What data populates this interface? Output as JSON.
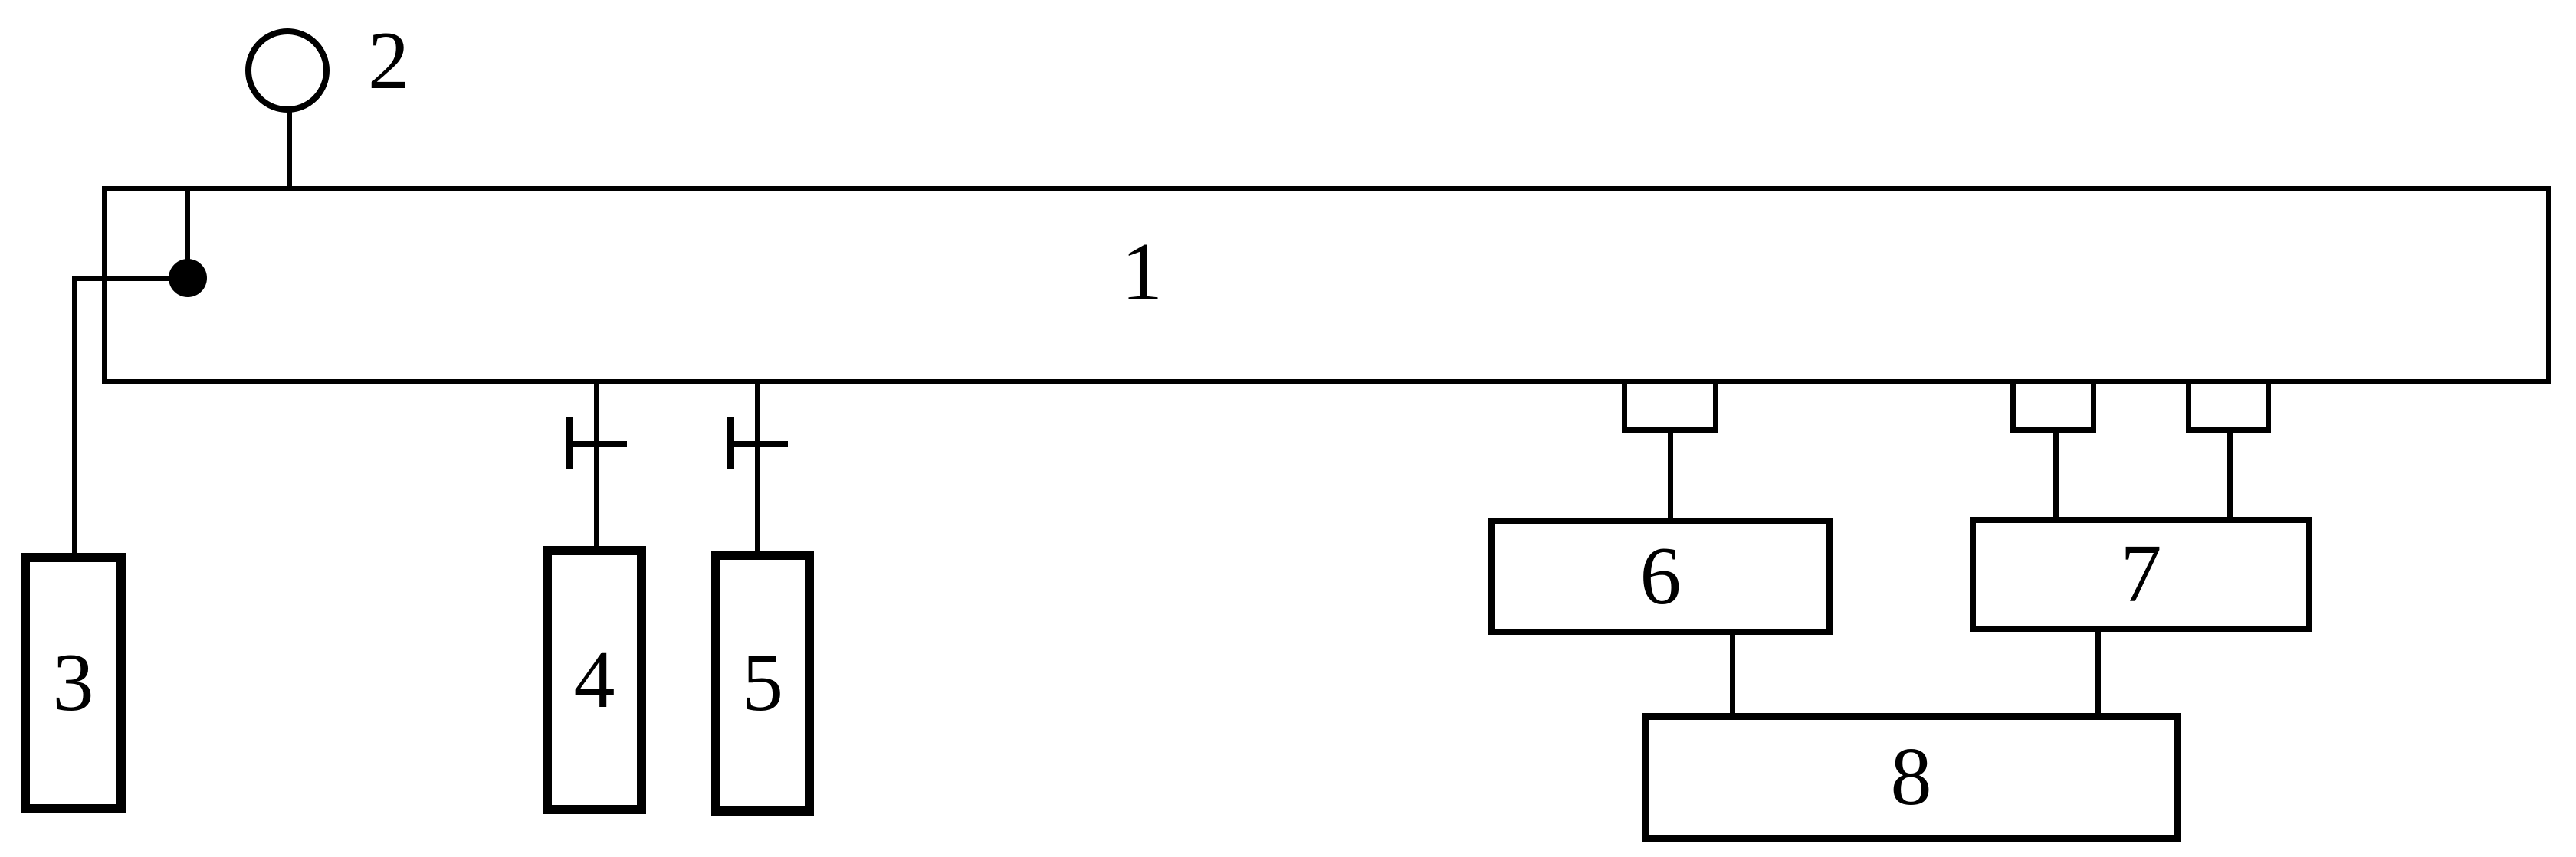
{
  "colors": {
    "ink": "#000000",
    "background": "#ffffff"
  },
  "diagram": {
    "labels": {
      "c1": "1",
      "c2": "2",
      "c3": "3",
      "c4": "4",
      "c5": "5",
      "c6": "6",
      "c7": "7",
      "c8": "8"
    }
  }
}
